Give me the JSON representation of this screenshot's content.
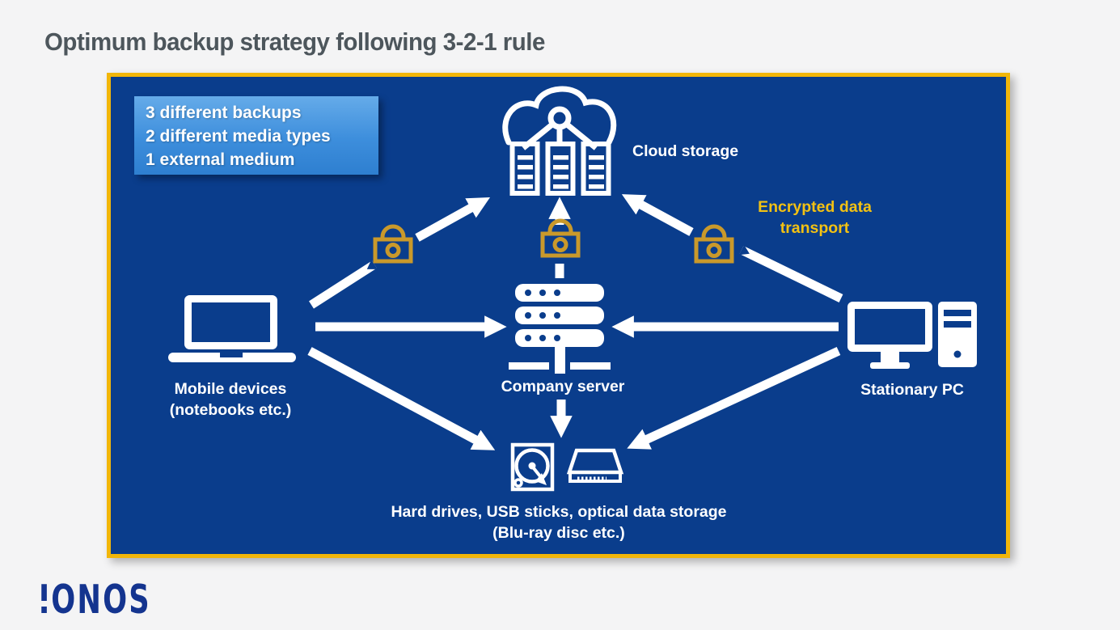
{
  "page": {
    "title": "Optimum backup strategy following 3-2-1 rule"
  },
  "infobox": {
    "line1": "3 different backups",
    "line2": "2 different media types",
    "line3": "1 external medium"
  },
  "nodes": {
    "cloud": {
      "label": "Cloud storage"
    },
    "mobile": {
      "line1": "Mobile devices",
      "line2": "(notebooks etc.)"
    },
    "server": {
      "label": "Company server"
    },
    "pc": {
      "label": "Stationary PC"
    },
    "drives": {
      "line1": "Hard drives, USB sticks, optical data storage",
      "line2": "(Blu-ray disc etc.)"
    }
  },
  "annotations": {
    "encrypted_line1": "Encrypted data",
    "encrypted_line2": "transport"
  },
  "edges": [
    {
      "from": "mobile",
      "to": "cloud",
      "encrypted": true
    },
    {
      "from": "server",
      "to": "cloud",
      "encrypted": true
    },
    {
      "from": "pc",
      "to": "cloud",
      "encrypted": true
    },
    {
      "from": "mobile",
      "to": "server",
      "encrypted": false
    },
    {
      "from": "pc",
      "to": "server",
      "encrypted": false
    },
    {
      "from": "mobile",
      "to": "drives",
      "encrypted": false
    },
    {
      "from": "server",
      "to": "drives",
      "encrypted": false
    },
    {
      "from": "pc",
      "to": "drives",
      "encrypted": false
    }
  ],
  "branding": {
    "logo_text": "IONOS"
  },
  "colors": {
    "page_background": "#f4f4f5",
    "panel_background": "#0a3d8c",
    "panel_border": "#f2b609",
    "infobox_gradient_top": "#65abe9",
    "infobox_gradient_bottom": "#2e7fd0",
    "title_text": "#4d565c",
    "node_text": "#ffffff",
    "encrypted_text": "#f2c113",
    "lock_stroke": "#c9992b",
    "logo_blue": "#14348f"
  }
}
